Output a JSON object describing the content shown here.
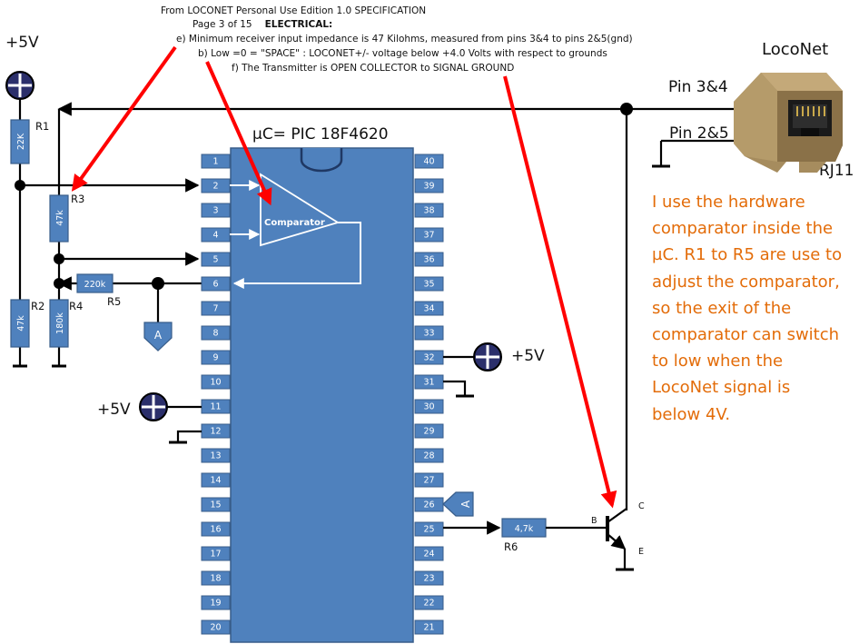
{
  "spec": {
    "line1": "From LOCONET  Personal Use Edition 1.0 SPECIFICATION",
    "line2a": "Page 3 of 15",
    "line2b": "ELECTRICAL:",
    "line3": "e) Minimum receiver input impedance is 47 Kilohms, measured from pins 3&4 to pins 2&5(gnd)",
    "line4": "b) Low =0 = \"SPACE\" : LOCONET+/-  voltage below +4.0 Volts with respect to grounds",
    "line5": "f) The Transmitter is OPEN COLLECTOR  to SIGNAL GROUND"
  },
  "labels": {
    "supply_top": "+5V",
    "supply_pin32": "+5V",
    "supply_pin11": "+5V",
    "chip": "µC= PIC 18F4620",
    "comparator": "Comparator",
    "loconet": "LocoNet",
    "pin34": "Pin 3&4",
    "pin25": "Pin 2&5",
    "rj11": "RJ11",
    "r1": "R1",
    "r2": "R2",
    "r3": "R3",
    "r4": "R4",
    "r5": "R5",
    "r6": "R6",
    "b": "B",
    "c": "C",
    "e": "E",
    "a": "A"
  },
  "resistors": {
    "r1": "22K",
    "r2": "47k",
    "r3": "47k",
    "r4": "180k",
    "r5": "220k",
    "r6": "4,7k"
  },
  "pins_left": [
    "1",
    "2",
    "3",
    "4",
    "5",
    "6",
    "7",
    "8",
    "9",
    "10",
    "11",
    "12",
    "13",
    "14",
    "15",
    "16",
    "17",
    "18",
    "19",
    "20"
  ],
  "pins_right": [
    "40",
    "39",
    "38",
    "37",
    "36",
    "35",
    "34",
    "33",
    "32",
    "31",
    "30",
    "29",
    "28",
    "27",
    "26",
    "25",
    "24",
    "23",
    "22",
    "21"
  ],
  "note_lines": [
    "I use the hardware",
    "comparator inside the",
    "µC. R1 to R5 are use to",
    "adjust the comparator,",
    "so the exit of the",
    "comparator can switch",
    "to low when the",
    "LocoNet signal is",
    "below 4V."
  ],
  "colors": {
    "chip": "#4f81bd",
    "chip_border": "#385d8a",
    "annotation": "#e36c09",
    "pointer": "#ff0000",
    "wire": "#000000"
  }
}
